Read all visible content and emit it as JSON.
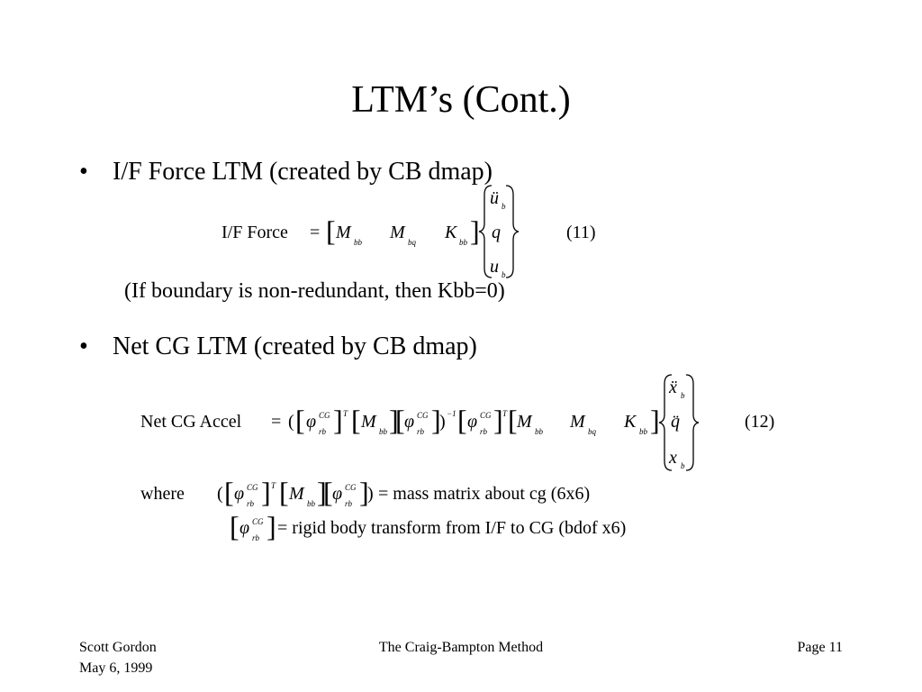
{
  "slide": {
    "title": "LTM’s (Cont.)",
    "bullet_symbol": "•",
    "bullets": [
      {
        "text": "I/F Force LTM (created by CB dmap)"
      },
      {
        "text": "Net CG LTM (created by CB dmap)"
      }
    ],
    "note1": "(If boundary is non-redundant, then Kbb=0)"
  },
  "eq11": {
    "lhs": "I/F Force",
    "equals": "=",
    "m1": "M",
    "m1_sub": "bb",
    "m2": "M",
    "m2_sub": "bq",
    "k": "K",
    "k_sub": "bb",
    "v1": "ü",
    "v1_sub": "b",
    "v2": "q",
    "v3": "u",
    "v3_sub": "b",
    "number": "(11)"
  },
  "eq12": {
    "lhs": "Net CG Accel",
    "equals": "=",
    "open_paren": "(",
    "close_paren": ")",
    "phi": "φ",
    "phi_sup": "CG",
    "phi_sub": "rb",
    "transpose": "T",
    "inverse": "−1",
    "m1": "M",
    "m1_sub": "bb",
    "m2": "M",
    "m2_sub": "bq",
    "k": "K",
    "k_sub": "bb",
    "v1": "ẍ",
    "v1_sub": "b",
    "v2": "q̈",
    "v3": "x",
    "v3_sub": "b",
    "number": "(12)"
  },
  "where": {
    "label": "where",
    "line1_text": "= mass matrix about cg (6x6)",
    "line2_text": "= rigid body transform from I/F to CG (bdof x6)"
  },
  "footer": {
    "author": "Scott Gordon",
    "date": "May 6, 1999",
    "center": "The Craig-Bampton Method",
    "page": "Page 11"
  }
}
